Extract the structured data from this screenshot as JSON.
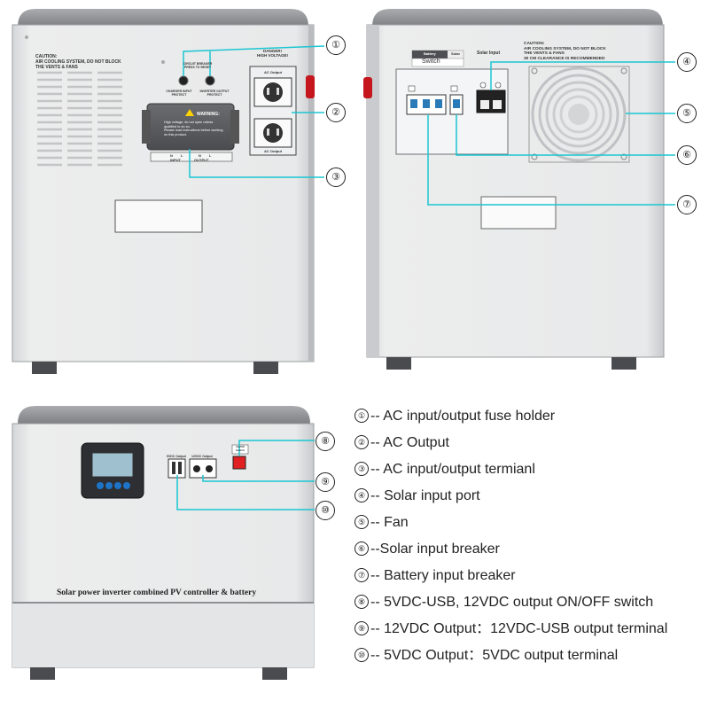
{
  "front_panel": {
    "caution": "CAUTION:\nAIR COOLING SYSTEM, DO NOT BLOCK\nTHE VENTS & FANS",
    "circuit_breaker": "CIRCUIT BREAKER\nPRESS TO RESET",
    "danger": "DANGER!\nHIGH VOLTAGE!",
    "charger_input": "CHARGER INPUT\nPROTECT",
    "inverter_output": "INVERTER OUTPUT\nPROTECT",
    "warning_title": "WARNING:",
    "warning_text": "High voltage, do not open unless qualified to do so.\nPlease read instructions before working on this product.",
    "ac_output_top": "AC Output",
    "ac_output_bottom": "AC Output",
    "terminal_n1": "N",
    "terminal_l1": "L",
    "terminal_n2": "N",
    "terminal_l2": "L",
    "input": "INPUT",
    "output": "OUTPUT"
  },
  "back_panel": {
    "battery": "Battery",
    "solar_small": "Solar",
    "switch": "Switch",
    "solar_input": "Solar Input",
    "caution": "CAUTION:\nAIR COOLING SYSTEM, DO NOT BLOCK\nTHE VENTS & FANS\n30 CM CLEARANCE IS RECOMMENDED"
  },
  "lower_panel": {
    "title": "Solar  power  inverter combined PV controller & battery",
    "usb_label": "5VDC Output",
    "dc_label": "12VDC Output",
    "switch_label": "On/Off Switch"
  },
  "callouts": [
    "①",
    "②",
    "③",
    "④",
    "⑤",
    "⑥",
    "⑦",
    "⑧",
    "⑨",
    "⑩"
  ],
  "legend": [
    {
      "mark": "①",
      "text": "-- AC input/output fuse holder"
    },
    {
      "mark": "②",
      "text": "-- AC Output"
    },
    {
      "mark": "③",
      "text": "-- AC input/output termianl"
    },
    {
      "mark": "④",
      "text": "-- Solar input port"
    },
    {
      "mark": "⑤",
      "text": "-- Fan"
    },
    {
      "mark": "⑥",
      "text": "--Solar input breaker"
    },
    {
      "mark": "⑦",
      "text": "-- Battery input breaker"
    },
    {
      "mark": "⑧",
      "text": "-- 5VDC-USB, 12VDC output ON/OFF switch"
    },
    {
      "mark": "⑨",
      "text": "-- 12VDC Output：12VDC-USB output terminal"
    },
    {
      "mark": "⑩",
      "text": "-- 5VDC Output：5VDC output terminal"
    }
  ],
  "colors": {
    "leader": "#1bc6d2",
    "panel": "#e6e7e9",
    "switch_red": "#e02020"
  }
}
